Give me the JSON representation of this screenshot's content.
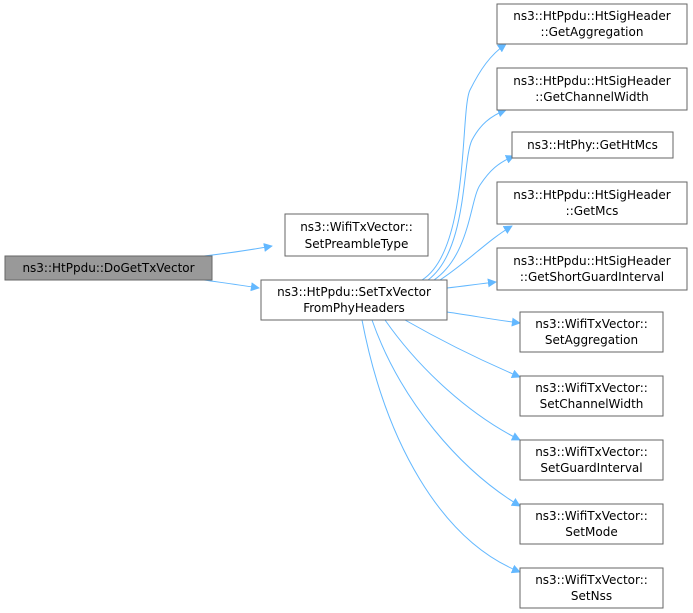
{
  "colors": {
    "edge": "#63b8ff",
    "box_border": "#666666",
    "root_fill": "#999999",
    "box_fill": "#ffffff",
    "text": "#000000"
  },
  "nodes": {
    "root": {
      "lines": [
        "ns3::HtPpdu::DoGetTxVector"
      ]
    },
    "set_preamble_type": {
      "lines": [
        "ns3::WifiTxVector::",
        "SetPreambleType"
      ]
    },
    "set_tx_vector_from_phy_headers": {
      "lines": [
        "ns3::HtPpdu::SetTxVector",
        "FromPhyHeaders"
      ]
    },
    "get_aggregation": {
      "lines": [
        "ns3::HtPpdu::HtSigHeader",
        "::GetAggregation"
      ]
    },
    "get_channel_width": {
      "lines": [
        "ns3::HtPpdu::HtSigHeader",
        "::GetChannelWidth"
      ]
    },
    "get_ht_mcs": {
      "lines": [
        "ns3::HtPhy::GetHtMcs"
      ]
    },
    "get_mcs": {
      "lines": [
        "ns3::HtPpdu::HtSigHeader",
        "::GetMcs"
      ]
    },
    "get_short_guard_interval": {
      "lines": [
        "ns3::HtPpdu::HtSigHeader",
        "::GetShortGuardInterval"
      ]
    },
    "set_aggregation": {
      "lines": [
        "ns3::WifiTxVector::",
        "SetAggregation"
      ]
    },
    "set_channel_width": {
      "lines": [
        "ns3::WifiTxVector::",
        "SetChannelWidth"
      ]
    },
    "set_guard_interval": {
      "lines": [
        "ns3::WifiTxVector::",
        "SetGuardInterval"
      ]
    },
    "set_mode": {
      "lines": [
        "ns3::WifiTxVector::",
        "SetMode"
      ]
    },
    "set_nss": {
      "lines": [
        "ns3::WifiTxVector::",
        "SetNss"
      ]
    }
  },
  "edges": [
    {
      "from": "root",
      "to": "set_preamble_type"
    },
    {
      "from": "root",
      "to": "set_tx_vector_from_phy_headers"
    },
    {
      "from": "set_tx_vector_from_phy_headers",
      "to": "get_aggregation"
    },
    {
      "from": "set_tx_vector_from_phy_headers",
      "to": "get_channel_width"
    },
    {
      "from": "set_tx_vector_from_phy_headers",
      "to": "get_ht_mcs"
    },
    {
      "from": "set_tx_vector_from_phy_headers",
      "to": "get_mcs"
    },
    {
      "from": "set_tx_vector_from_phy_headers",
      "to": "get_short_guard_interval"
    },
    {
      "from": "set_tx_vector_from_phy_headers",
      "to": "set_aggregation"
    },
    {
      "from": "set_tx_vector_from_phy_headers",
      "to": "set_channel_width"
    },
    {
      "from": "set_tx_vector_from_phy_headers",
      "to": "set_guard_interval"
    },
    {
      "from": "set_tx_vector_from_phy_headers",
      "to": "set_mode"
    },
    {
      "from": "set_tx_vector_from_phy_headers",
      "to": "set_nss"
    }
  ]
}
